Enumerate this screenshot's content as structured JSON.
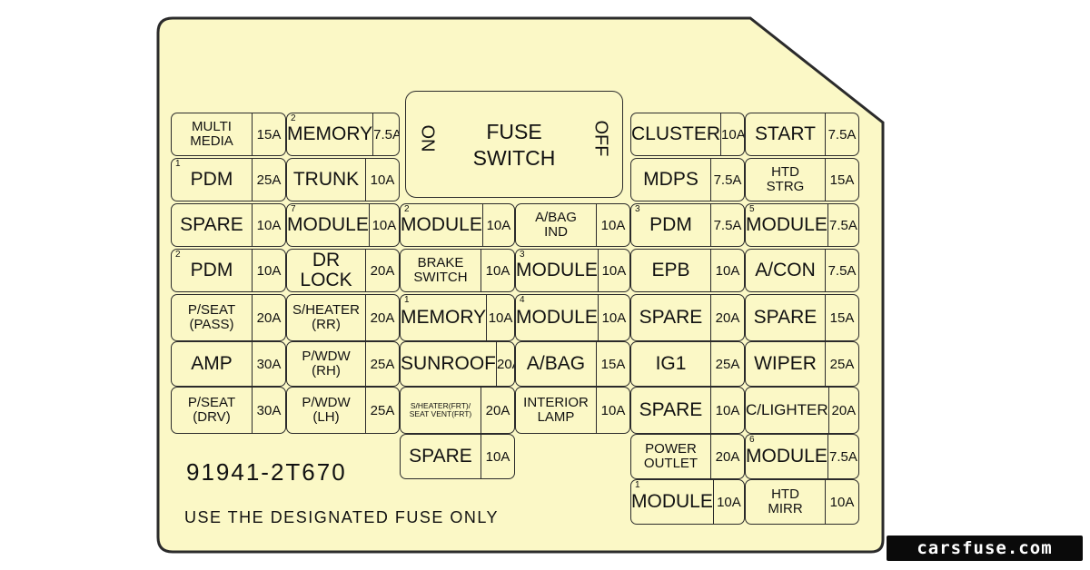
{
  "colors": {
    "panel_fill": "#fbf8c6",
    "outline": "#2b2b2b",
    "text": "#111111",
    "page_background": "#ffffff"
  },
  "fuse_switch": {
    "title_line1": "FUSE",
    "title_line2": "SWITCH",
    "left_label": "ON",
    "right_label": "OFF"
  },
  "fuses": [
    {
      "lines": [
        "MULTI",
        "MEDIA"
      ],
      "sup": "",
      "amp": "15A"
    },
    {
      "lines": [
        "MEMORY"
      ],
      "sup": "2",
      "amp": "7.5A"
    },
    {
      "lines": [
        "PDM"
      ],
      "sup": "1",
      "amp": "25A"
    },
    {
      "lines": [
        "TRUNK"
      ],
      "sup": "",
      "amp": "10A"
    },
    {
      "lines": [
        "SPARE"
      ],
      "sup": "",
      "amp": "10A"
    },
    {
      "lines": [
        "MODULE"
      ],
      "sup": "7",
      "amp": "10A"
    },
    {
      "lines": [
        "MODULE"
      ],
      "sup": "2",
      "amp": "10A"
    },
    {
      "lines": [
        "A/BAG",
        "IND"
      ],
      "sup": "",
      "amp": "10A"
    },
    {
      "lines": [
        "PDM"
      ],
      "sup": "2",
      "amp": "10A"
    },
    {
      "lines": [
        "DR LOCK"
      ],
      "sup": "",
      "amp": "20A"
    },
    {
      "lines": [
        "BRAKE",
        "SWITCH"
      ],
      "sup": "",
      "amp": "10A"
    },
    {
      "lines": [
        "MODULE"
      ],
      "sup": "3",
      "amp": "10A"
    },
    {
      "lines": [
        "P/SEAT",
        "(PASS)"
      ],
      "sup": "",
      "amp": "20A"
    },
    {
      "lines": [
        "S/HEATER",
        "(RR)"
      ],
      "sup": "",
      "amp": "20A"
    },
    {
      "lines": [
        "MEMORY"
      ],
      "sup": "1",
      "amp": "10A"
    },
    {
      "lines": [
        "MODULE"
      ],
      "sup": "4",
      "amp": "10A"
    },
    {
      "lines": [
        "AMP"
      ],
      "sup": "",
      "amp": "30A"
    },
    {
      "lines": [
        "P/WDW",
        "(RH)"
      ],
      "sup": "",
      "amp": "25A"
    },
    {
      "lines": [
        "SUNROOF"
      ],
      "sup": "",
      "amp": "20A"
    },
    {
      "lines": [
        "A/BAG"
      ],
      "sup": "",
      "amp": "15A"
    },
    {
      "lines": [
        "P/SEAT",
        "(DRV)"
      ],
      "sup": "",
      "amp": "30A"
    },
    {
      "lines": [
        "P/WDW",
        "(LH)"
      ],
      "sup": "",
      "amp": "25A"
    },
    {
      "lines": [
        "S/HEATER(FRT)/",
        "SEAT VENT(FRT)"
      ],
      "sup": "",
      "amp": "20A"
    },
    {
      "lines": [
        "INTERIOR",
        "LAMP"
      ],
      "sup": "",
      "amp": "10A"
    },
    {
      "lines": [
        "SPARE"
      ],
      "sup": "",
      "amp": "10A"
    },
    {
      "lines": [
        "CLUSTER"
      ],
      "sup": "",
      "amp": "10A"
    },
    {
      "lines": [
        "START"
      ],
      "sup": "",
      "amp": "7.5A"
    },
    {
      "lines": [
        "MDPS"
      ],
      "sup": "",
      "amp": "7.5A"
    },
    {
      "lines": [
        "HTD",
        "STRG"
      ],
      "sup": "",
      "amp": "15A"
    },
    {
      "lines": [
        "PDM"
      ],
      "sup": "3",
      "amp": "7.5A"
    },
    {
      "lines": [
        "MODULE"
      ],
      "sup": "5",
      "amp": "7.5A"
    },
    {
      "lines": [
        "EPB"
      ],
      "sup": "",
      "amp": "10A"
    },
    {
      "lines": [
        "A/CON"
      ],
      "sup": "",
      "amp": "7.5A"
    },
    {
      "lines": [
        "SPARE"
      ],
      "sup": "",
      "amp": "20A"
    },
    {
      "lines": [
        "SPARE"
      ],
      "sup": "",
      "amp": "15A"
    },
    {
      "lines": [
        "IG1"
      ],
      "sup": "",
      "amp": "25A"
    },
    {
      "lines": [
        "WIPER"
      ],
      "sup": "",
      "amp": "25A"
    },
    {
      "lines": [
        "SPARE"
      ],
      "sup": "",
      "amp": "10A"
    },
    {
      "lines": [
        "C/LIGHTER"
      ],
      "sup": "",
      "amp": "20A"
    },
    {
      "lines": [
        "POWER",
        "OUTLET"
      ],
      "sup": "",
      "amp": "20A"
    },
    {
      "lines": [
        "MODULE"
      ],
      "sup": "6",
      "amp": "7.5A"
    },
    {
      "lines": [
        "MODULE"
      ],
      "sup": "1",
      "amp": "10A"
    },
    {
      "lines": [
        "HTD",
        "MIRR"
      ],
      "sup": "",
      "amp": "10A"
    }
  ],
  "part_number": "91941-2T670",
  "notice": "USE THE DESIGNATED FUSE ONLY",
  "watermark": "carsfuse.com"
}
